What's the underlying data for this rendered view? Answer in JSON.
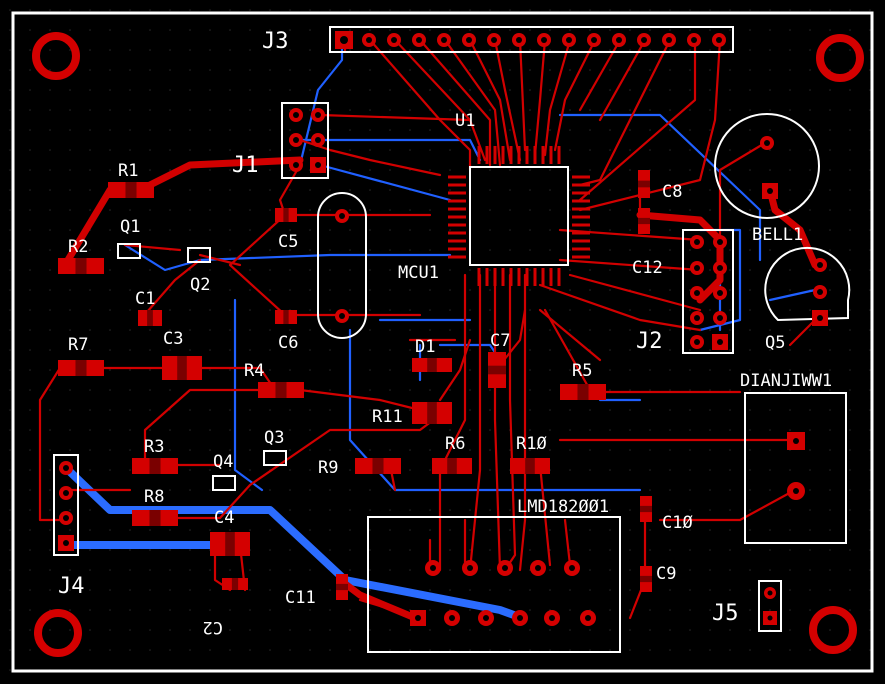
{
  "board": {
    "labels": {
      "j3": "J3",
      "u1": "U1",
      "j1": "J1",
      "r1": "R1",
      "r2": "R2",
      "q1": "Q1",
      "q2": "Q2",
      "c5": "C5",
      "c1": "C1",
      "c3": "C3",
      "c6": "C6",
      "mcu1": "MCU1",
      "c8": "C8",
      "bell1": "BELL1",
      "c12": "C12",
      "j2": "J2",
      "q5": "Q5",
      "r7": "R7",
      "r4": "R4",
      "d1": "D1",
      "c7": "C7",
      "r5": "R5",
      "dianjiww1": "DIANJIWW1",
      "r11": "R11",
      "r3": "R3",
      "q3": "Q3",
      "r9": "R9",
      "r6": "R6",
      "r10": "R1Ø",
      "q4": "Q4",
      "r8": "R8",
      "lmd": "LMD182ØØ1",
      "c10": "C1Ø",
      "c4": "C4",
      "j4": "J4",
      "c11": "C11",
      "c9": "C9",
      "c2": "C2",
      "j5": "J5"
    },
    "colors": {
      "background": "#000000",
      "copper_top": "#d10000",
      "copper_bottom": "#2060ff",
      "silkscreen": "#ffffff",
      "outline": "#ffffff"
    }
  }
}
